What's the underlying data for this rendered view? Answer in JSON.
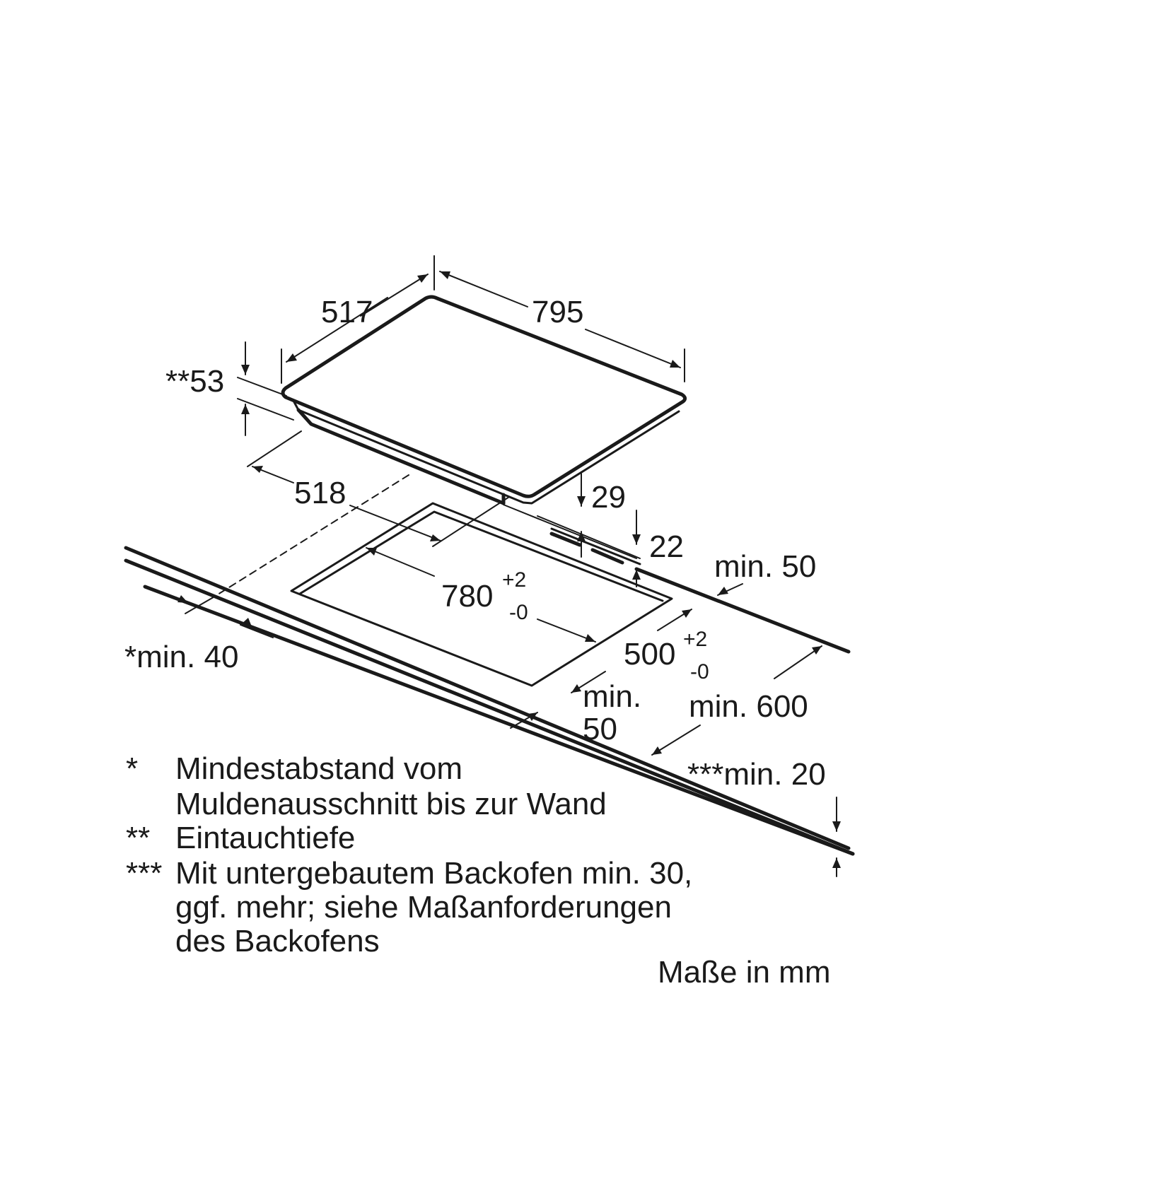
{
  "dimensions": {
    "hob_depth": "517",
    "hob_width": "795",
    "immersion_depth": "**53",
    "hob_frame_depth": "518",
    "frame_height": "29",
    "frame_offset": "22",
    "min_back": "min. 50",
    "cutout_width": "780",
    "cutout_width_tol_plus": "+2",
    "cutout_width_tol_minus": "-0",
    "cutout_depth": "500",
    "cutout_depth_tol_plus": "+2",
    "cutout_depth_tol_minus": "-0",
    "min_wall": "*min. 40",
    "min_front_line1": "min.",
    "min_front_line2": "50",
    "min_worktop_depth": "min. 600",
    "min_worktop_thickness": "***min. 20"
  },
  "notes": [
    {
      "marker": "*",
      "lines": [
        "Mindestabstand vom",
        "Muldenausschnitt bis zur Wand"
      ]
    },
    {
      "marker": "**",
      "lines": [
        "Eintauchtiefe"
      ]
    },
    {
      "marker": "***",
      "lines": [
        "Mit untergebautem Backofen min. 30,",
        "ggf. mehr; siehe Maßanforderungen",
        "des Backofens"
      ]
    }
  ],
  "units_label": "Maße in mm"
}
